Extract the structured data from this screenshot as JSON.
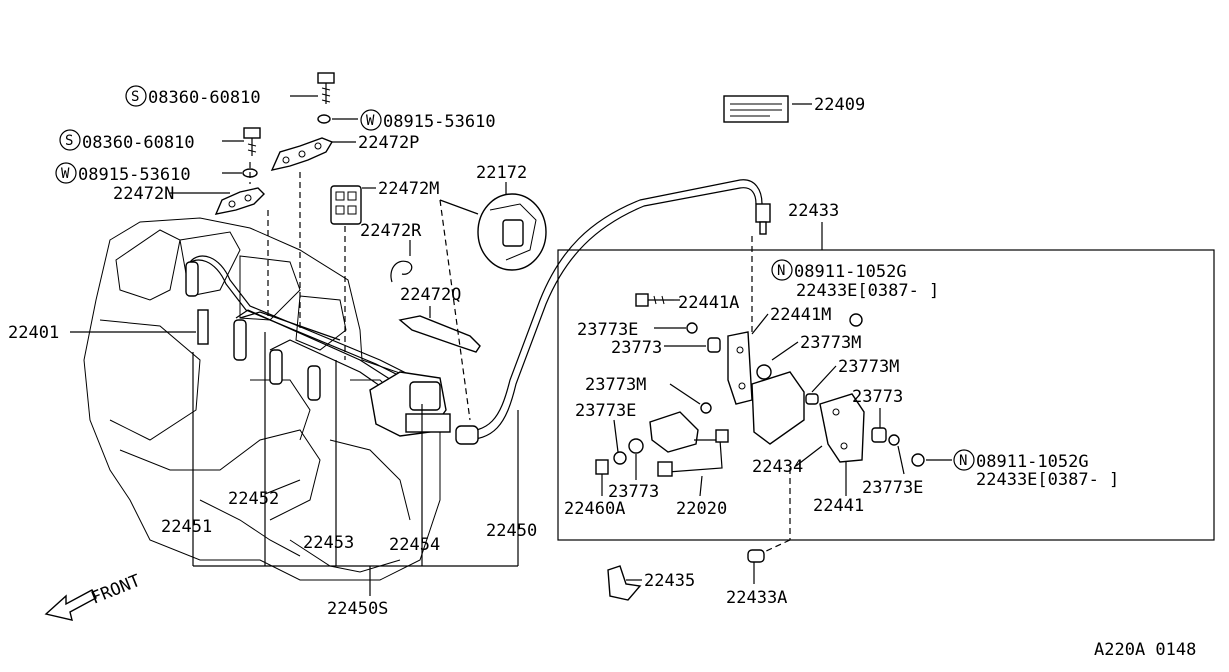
{
  "labels": {
    "bolt_top_code": "08360-60810",
    "washer_top_code": "08915-53610",
    "bolt_mid_code": "08360-60810",
    "washer_mid_code": "08915-53610",
    "p22472p": "22472P",
    "p22472n": "22472N",
    "p22472m": "22472M",
    "p22472r": "22472R",
    "p22472q": "22472Q",
    "p22172": "22172",
    "p22409": "22409",
    "p22433": "22433",
    "nut_top_code": "08911-1052G",
    "p22433e_top": "22433E[0387-  ]",
    "p22441a": "22441A",
    "p22441m": "22441M",
    "p23773e_a": "23773E",
    "p23773_a": "23773",
    "p23773m_a": "23773M",
    "p23773m_b": "23773M",
    "p23773m_c": "23773M",
    "p23773e_b": "23773E",
    "p23773_b": "23773",
    "p23773_c": "23773",
    "p22460a": "22460A",
    "p22020": "22020",
    "p22434": "22434",
    "p22441": "22441",
    "p23773e_c": "23773E",
    "nut_bot_code": "08911-1052G",
    "p22433e_bot": "22433E[0387-  ]",
    "p22401": "22401",
    "p22452": "22452",
    "p22451": "22451",
    "p22453": "22453",
    "p22454": "22454",
    "p22450": "22450",
    "p22450s": "22450S",
    "p22435": "22435",
    "p22433a": "22433A",
    "front": "FRONT",
    "ref_code": "A220A 0148"
  },
  "prefix": {
    "S": "S",
    "W": "W",
    "N": "N"
  }
}
